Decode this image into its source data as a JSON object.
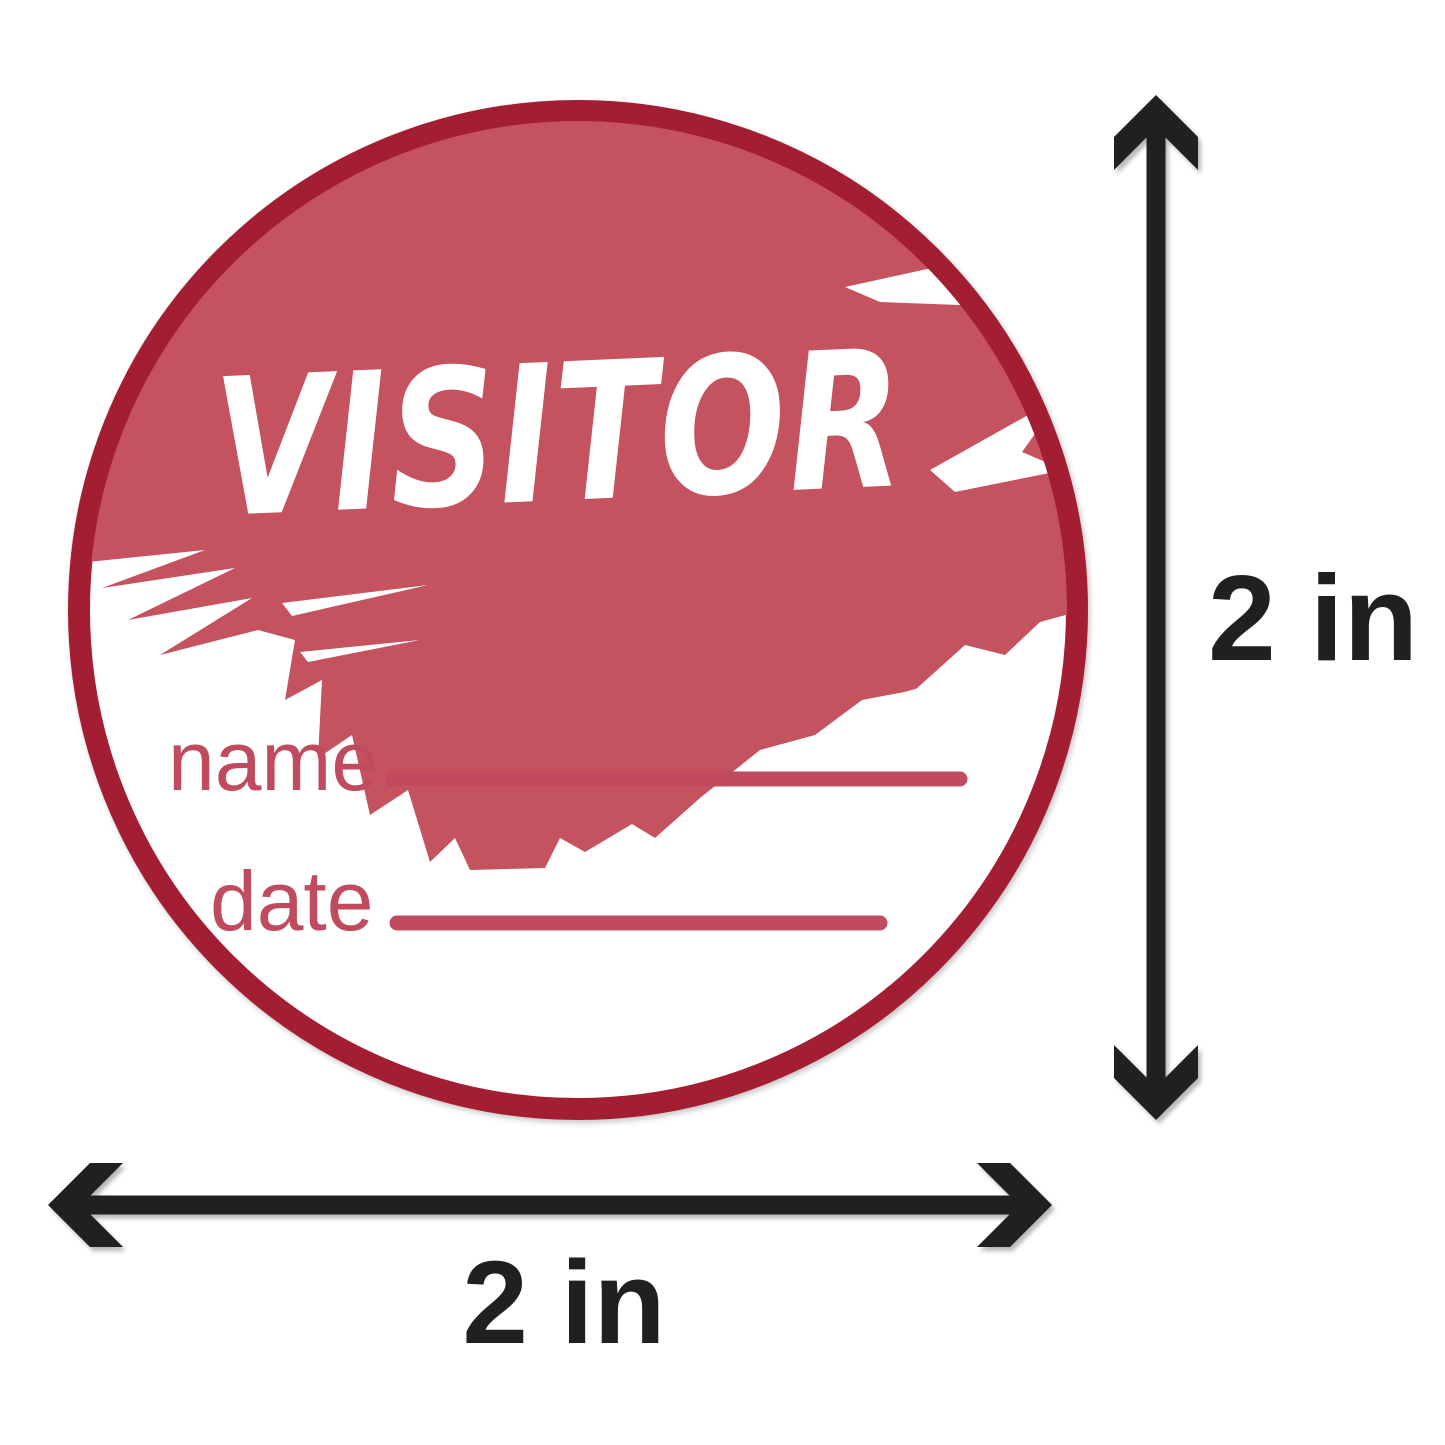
{
  "product_label": {
    "title": "VISITOR",
    "name_field_label": "name",
    "date_field_label": "date"
  },
  "dimensions": {
    "height_label": "2 in",
    "width_label": "2 in"
  },
  "colors": {
    "ring": "#A41E33",
    "brush": "#C5525F",
    "accent_text": "#C04B5E",
    "title_text": "#FFFFFF",
    "dimension_ink": "#221F20",
    "background": "#FFFFFF"
  }
}
